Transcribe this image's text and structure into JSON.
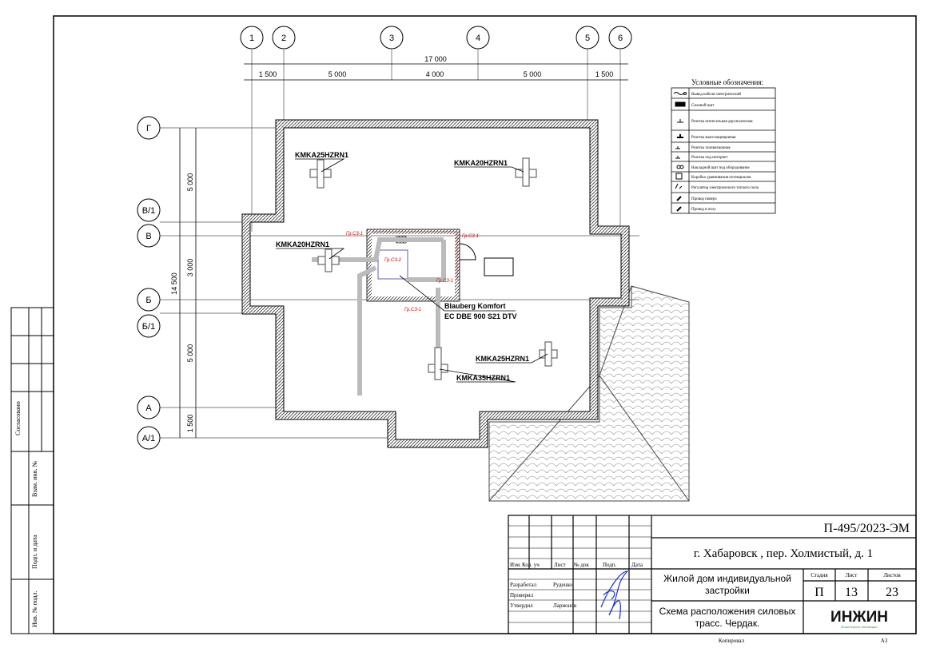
{
  "axes": {
    "columns": [
      "1",
      "2",
      "3",
      "4",
      "5",
      "6"
    ],
    "rows": [
      "Г",
      "В/1",
      "В",
      "Б",
      "Б/1",
      "А",
      "А/1"
    ]
  },
  "dimensions": {
    "overall_horizontal": "17 000",
    "horizontal": [
      "1 500",
      "5 000",
      "4 000",
      "5 000",
      "1 500"
    ],
    "overall_vertical": "14 500",
    "vertical": [
      "5 000",
      "3 000",
      "5 000",
      "1 500"
    ]
  },
  "equipment": [
    "KMKA25HZRN1",
    "KMKA20HZRN1",
    "KMKA20HZRN1",
    "KMKA25HZRN1",
    "KMKA35HZRN1"
  ],
  "vent_unit": {
    "line1": "Blauberg Komfort",
    "line2": "EC DBE 900 S21 DTV"
  },
  "circuits": [
    "Гр.С3-1",
    "Гр.С3-1",
    "Гр.С3-2",
    "Гр.С3-1",
    "Гр.С3-1"
  ],
  "legend": {
    "title": "Условные обозначения:",
    "items": [
      "Вывод кабеля электрический",
      "Силовой щит",
      "Розетка штепсельная двухполюсная",
      "Розетка влагозащищенная",
      "Розетка телевизионная",
      "Розетка под интернет",
      "Накладной щит под оборудование",
      "Коробка уравнивания потенциалов",
      "Регулятор электрического теплого пола",
      "Провод поверх",
      "Провод в полу"
    ]
  },
  "stamp_left": [
    "Согласовано",
    "Взам. инв. №",
    "Подп. и дата",
    "Инв. № подл."
  ],
  "title_block": {
    "code": "П-495/2023-ЭМ",
    "address": "г. Хабаровск , пер. Холмистый, д. 1",
    "object": "Жилой дом индивидуальной застройки",
    "sheet_title": "Схема расположения силовых трасс. Чердак.",
    "columns": [
      "Изм.",
      "Кол. уч",
      "Лист",
      "№ док",
      "Подп.",
      "Дата"
    ],
    "roles": [
      {
        "role": "Разработал",
        "name": "Руденко"
      },
      {
        "role": "Проверил",
        "name": ""
      },
      {
        "role": "Утвердил",
        "name": "Ларионов"
      }
    ],
    "stage_label": "Стадия",
    "sheet_label": "Лист",
    "sheets_label": "Листов",
    "stage": "П",
    "sheet": "13",
    "sheets": "23",
    "logo": "ИНЖИН",
    "logo_sub": "Инженерные инновации",
    "copied": "Копировал",
    "format": "А3"
  },
  "colors": {
    "circuit": "#d00000",
    "logo": "#2e9b3a",
    "signature": "#1a2fd0"
  }
}
